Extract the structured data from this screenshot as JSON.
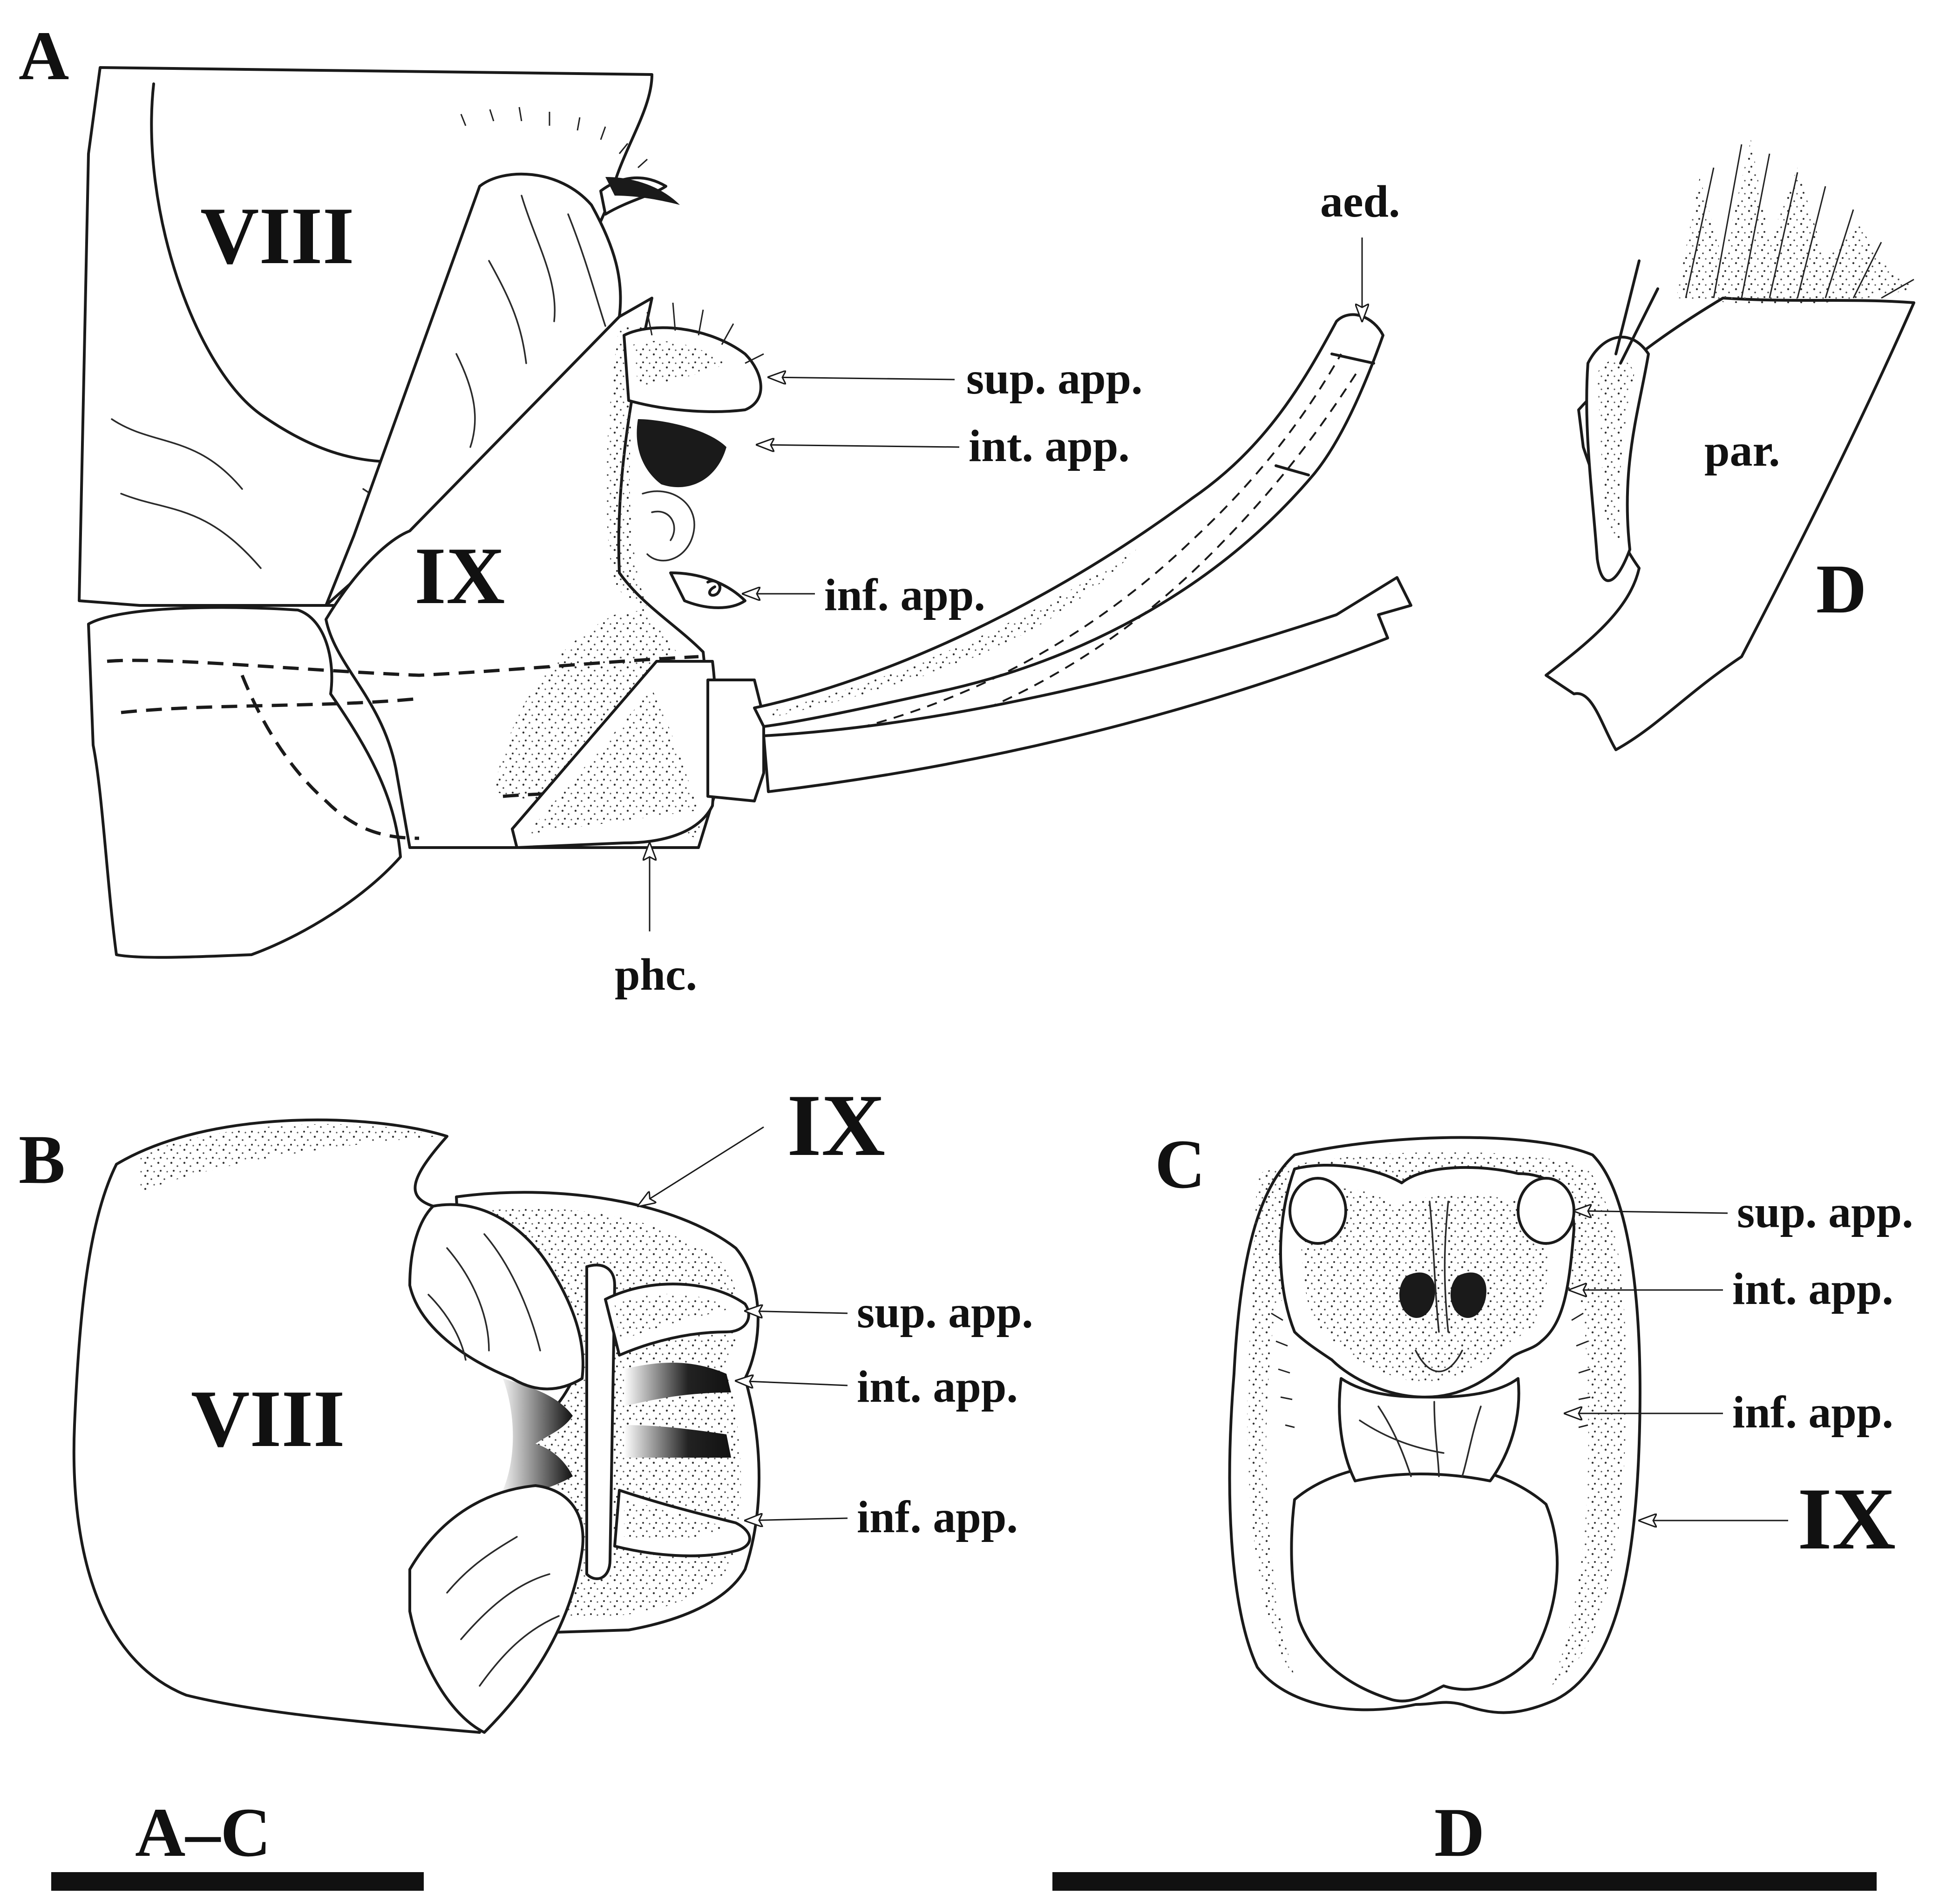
{
  "panels": {
    "A": {
      "panel_label": "A",
      "segment_labels": [
        "VIII",
        "IX"
      ],
      "structure_labels": {
        "aedeagus": "aed.",
        "superior_appendage": "sup. app.",
        "intermediate_appendage": "int. app.",
        "inferior_appendage": "inf. app.",
        "phallocrypt": "phc."
      }
    },
    "B": {
      "panel_label": "B",
      "segment_labels": [
        "VIII",
        "IX"
      ],
      "structure_labels": {
        "superior_appendage": "sup. app.",
        "intermediate_appendage": "int. app.",
        "inferior_appendage": "inf. app."
      }
    },
    "C": {
      "panel_label": "C",
      "segment_labels": [
        "IX"
      ],
      "structure_labels": {
        "superior_appendage": "sup. app.",
        "intermediate_appendage": "int. app.",
        "inferior_appendage": "inf. app."
      }
    },
    "D": {
      "panel_label": "D",
      "structure_labels": {
        "paramere": "par."
      }
    }
  },
  "scale_bars": {
    "left_label": "A–C",
    "right_label": "D"
  }
}
